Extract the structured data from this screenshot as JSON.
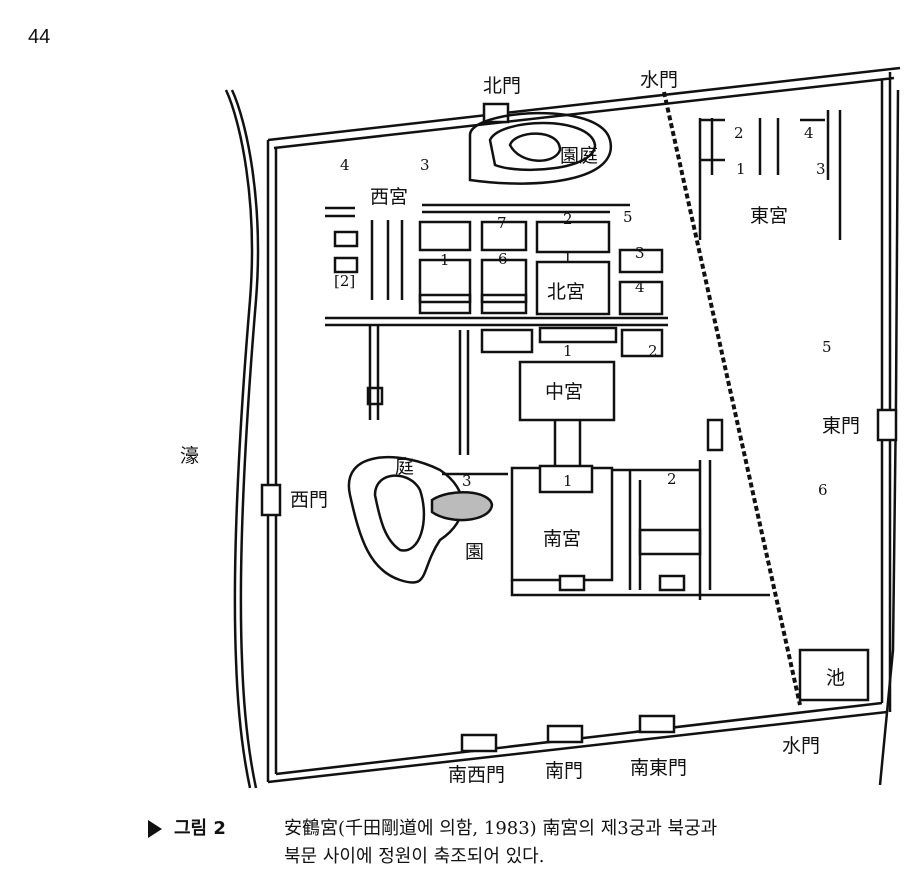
{
  "page_number": "44",
  "map": {
    "north_gate": "北門",
    "water_gate_top": "水門",
    "garden_north": "園庭",
    "west_palace": "西宮",
    "east_palace": "東宮",
    "north_palace": "北宮",
    "middle_palace": "中宮",
    "south_palace": "南宮",
    "moat": "濠",
    "west_gate": "西門",
    "east_gate": "東門",
    "garden_west_1": "庭",
    "garden_west_2": "園",
    "pond": "池",
    "water_gate_bottom": "水門",
    "south_west_gate": "南西門",
    "south_gate": "南門",
    "south_east_gate": "南東門",
    "numbers": {
      "w4": "4",
      "w3": "3",
      "w2": "[2]",
      "n1a": "1",
      "n7": "7",
      "n6": "6",
      "n2": "2",
      "n1b": "1",
      "n5": "5",
      "n3": "3",
      "n4": "4",
      "m1": "1",
      "m2": "2",
      "e2": "2",
      "e4": "4",
      "e1": "1",
      "e3": "3",
      "e5": "5",
      "e6": "6",
      "s3": "3",
      "s1": "1",
      "s2": "2"
    }
  },
  "caption": {
    "figure_label": "그림 2",
    "line1": "安鶴宮(千田剛道에 의함, 1983) 南宮의 제3궁과  북궁과",
    "line2": "북문 사이에 정원이 축조되어 있다."
  }
}
